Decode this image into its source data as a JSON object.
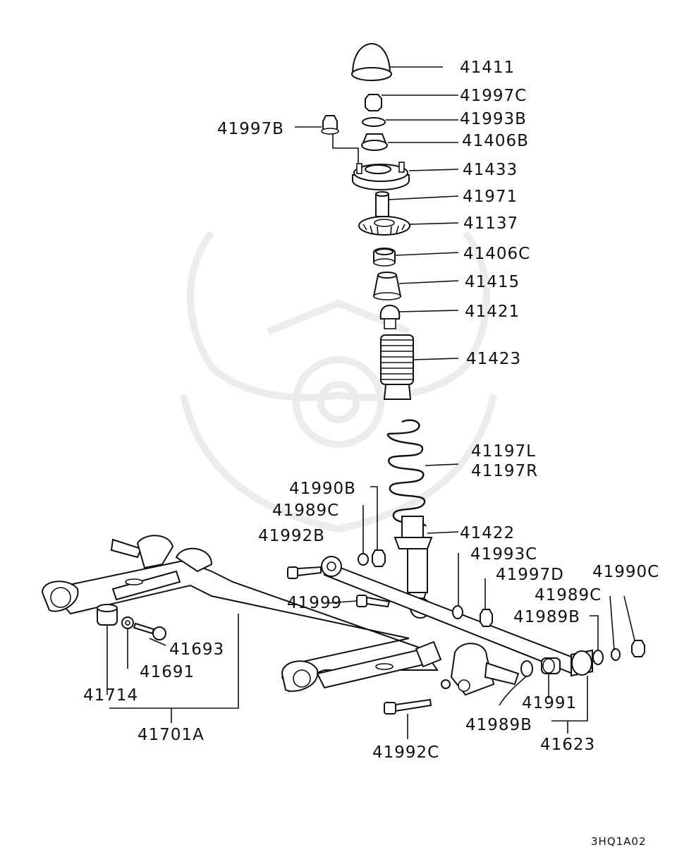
{
  "diagram_code": "3HQ1A02",
  "labels": {
    "p41411": "41411",
    "p41997c": "41997C",
    "p41993b": "41993B",
    "p41997b": "41997B",
    "p41406b": "41406B",
    "p41433": "41433",
    "p41971": "41971",
    "p41137": "41137",
    "p41406c": "41406C",
    "p41415": "41415",
    "p41421": "41421",
    "p41423": "41423",
    "p41197l": "41197L",
    "p41197r": "41197R",
    "p41990b": "41990B",
    "p41989c_a": "41989C",
    "p41992b": "41992B",
    "p41422": "41422",
    "p41993c": "41993C",
    "p41997d": "41997D",
    "p41990c": "41990C",
    "p41989c_b": "41989C",
    "p41999": "41999",
    "p41989b_a": "41989B",
    "p41693": "41693",
    "p41691": "41691",
    "p41714": "41714",
    "p41701a": "41701A",
    "p41991": "41991",
    "p41989b_b": "41989B",
    "p41623": "41623",
    "p41992c": "41992C"
  }
}
